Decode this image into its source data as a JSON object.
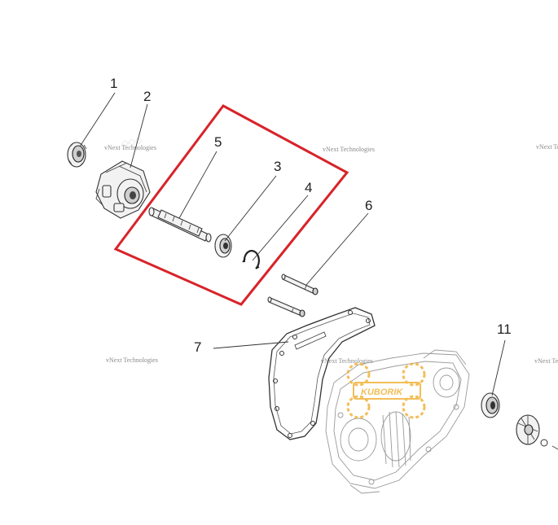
{
  "callouts": [
    {
      "id": "1",
      "label": "1"
    },
    {
      "id": "2",
      "label": "2"
    },
    {
      "id": "3",
      "label": "3"
    },
    {
      "id": "4",
      "label": "4"
    },
    {
      "id": "5",
      "label": "5"
    },
    {
      "id": "6",
      "label": "6"
    },
    {
      "id": "7",
      "label": "7"
    },
    {
      "id": "11",
      "label": "11"
    }
  ],
  "watermark": {
    "text": "vNext Technologies"
  },
  "logo": {
    "text": "KUBORIK",
    "color": "#f0b33a"
  },
  "highlight": {
    "color": "#d8232a"
  }
}
